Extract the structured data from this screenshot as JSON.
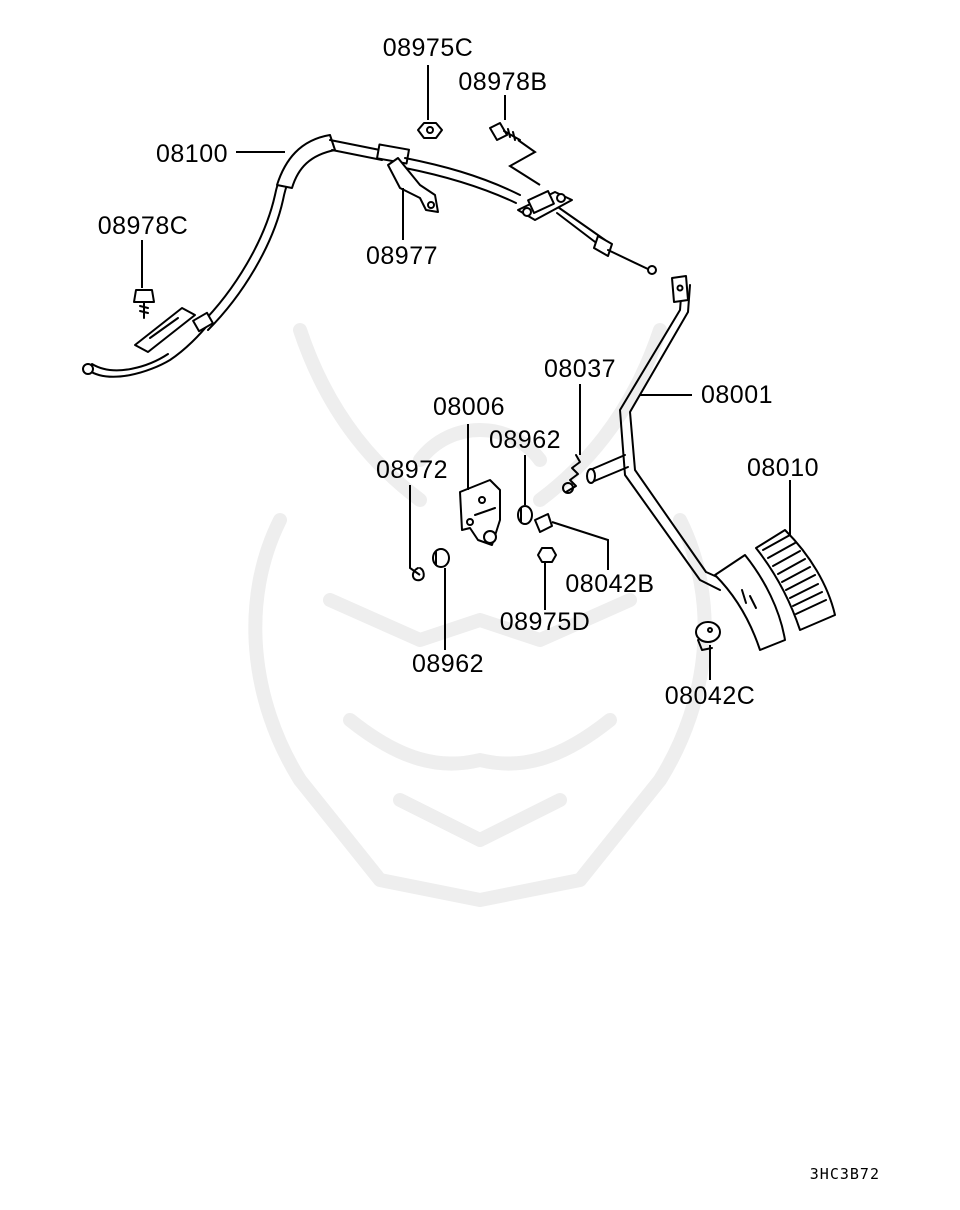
{
  "diagram": {
    "callouts": [
      {
        "id": "08975C",
        "text": "08975C"
      },
      {
        "id": "08978B",
        "text": "08978B"
      },
      {
        "id": "08100",
        "text": "08100"
      },
      {
        "id": "08978C",
        "text": "08978C"
      },
      {
        "id": "08977",
        "text": "08977"
      },
      {
        "id": "08037",
        "text": "08037"
      },
      {
        "id": "08001",
        "text": "08001"
      },
      {
        "id": "08006",
        "text": "08006"
      },
      {
        "id": "08962a",
        "text": "08962"
      },
      {
        "id": "08972",
        "text": "08972"
      },
      {
        "id": "08010",
        "text": "08010"
      },
      {
        "id": "08042B",
        "text": "08042B"
      },
      {
        "id": "08975D",
        "text": "08975D"
      },
      {
        "id": "08962b",
        "text": "08962"
      },
      {
        "id": "08042C",
        "text": "08042C"
      }
    ],
    "figure_code": "3HC3B72"
  }
}
